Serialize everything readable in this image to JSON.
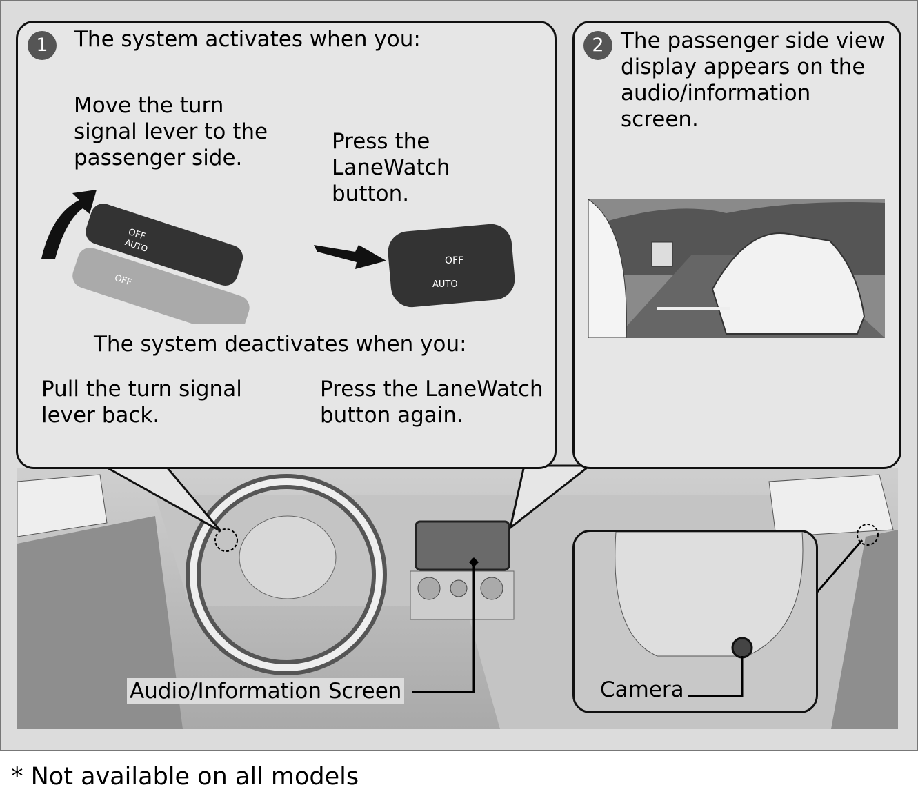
{
  "step1": {
    "number": "1",
    "title": "The system activates when you:",
    "activate_lever": "Move the turn\nsignal lever to the\npassenger side.",
    "activate_button": "Press the\nLaneWatch\nbutton.",
    "deactivate_title": "The system deactivates when you:",
    "deactivate_lever": "Pull the turn signal\nlever back.",
    "deactivate_button": "Press the LaneWatch\nbutton again."
  },
  "step2": {
    "number": "2",
    "text": "The passenger side view\ndisplay appears on the\naudio/information\nscreen."
  },
  "lever_markings": {
    "off": "OFF",
    "auto": "AUTO"
  },
  "labels": {
    "audio_screen": "Audio/Information Screen",
    "camera": "Camera"
  },
  "footer": "*  Not available on all models"
}
